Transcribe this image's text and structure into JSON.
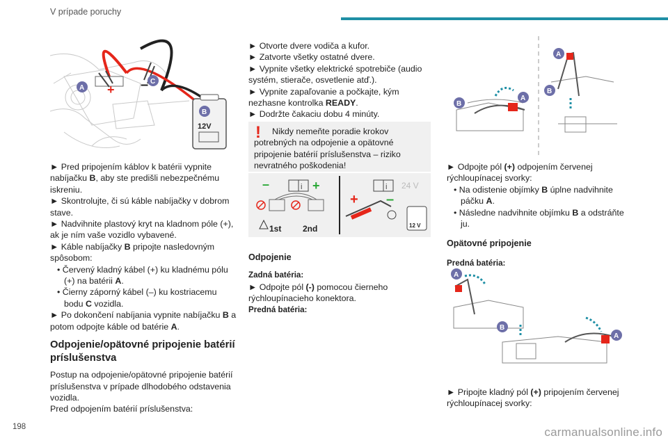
{
  "header": {
    "title": "V prípade poruchy"
  },
  "page_number": "198",
  "watermark": "carmanualsonline.info",
  "figure1": {
    "label_a": "A",
    "label_b": "B",
    "label_c": "C",
    "battery_voltage": "12V",
    "plus": "+",
    "minus": "–"
  },
  "col1": {
    "b1": "► Pred pripojením káblov k batérii vypnite nabíjačku ",
    "b1_bold": "B",
    "b1_end": ", aby ste predišli nebezpečnému iskreniu.",
    "b2": "► Skontrolujte, či sú káble nabíjačky v dobrom stave.",
    "b3": "► Nadvihnite plastový kryt na kladnom póle (+), ak je ním vaše vozidlo vybavené.",
    "b4_start": "► Káble nabíjačky ",
    "b4_bold": "B",
    "b4_end": " pripojte nasledovným spôsobom:",
    "s1_start": "• Červený kladný kábel (+) ku kladnému pólu (+) na batérii ",
    "s1_bold": "A",
    "s1_end": ".",
    "s2_start": "• Čierny záporný kábel (–) ku kostriacemu bodu ",
    "s2_bold": "C",
    "s2_end": " vozidla.",
    "b5_start": "► Po dokončení nabíjania vypnite nabíjačku ",
    "b5_bold": "B",
    "b5_mid": " a potom odpojte káble od batérie ",
    "b5_bold2": "A",
    "b5_end": ".",
    "heading": "Odpojenie/opätovné pripojenie batérií príslušenstva",
    "para1": "Postup na odpojenie/opätovné pripojenie batérií príslušenstva v prípade dlhodobého odstavenia vozidla.",
    "para2": "Pred odpojením batérií príslušenstva:"
  },
  "col2": {
    "b1": "► Otvorte dvere vodiča a kufor.",
    "b2": "► Zatvorte všetky ostatné dvere.",
    "b3": "► Vypnite všetky elektrické spotrebiče (audio systém, stierače, osvetlenie atď.).",
    "b4": "► Vypnite zapaľovanie a počkajte, kým nezhasne kontrolka ",
    "b4_bold": "READY",
    "b4_end": ".",
    "b5": "► Dodržte čakaciu dobu 4 minúty.",
    "warning_mark": "!",
    "warning_first": "Nikdy nemeňte poradie krokov potrebných na odpojenie a opätovné pripojenie batérií príslušenstva – riziko nevratného poškodenia!",
    "icons": {
      "info_glyph": "i",
      "first_label": "1st",
      "second_label": "2nd",
      "voltage_24": "24 V",
      "voltage_12": "12 V",
      "minus": "–",
      "plus": "+"
    },
    "heading": "Odpojenie",
    "sub1": "Zadná batéria:",
    "b6_start": "► Odpojte pól ",
    "b6_bold": "(-)",
    "b6_end": " pomocou čierneho rýchloupínacieho konektora.",
    "sub2": "Predná batéria:"
  },
  "col3": {
    "fig_top": {
      "label_a": "A",
      "label_b": "B"
    },
    "b1_start": "► Odpojte pól ",
    "b1_bold": "(+)",
    "b1_end": " odpojením červenej rýchloupínacej svorky:",
    "s1_start": "• Na odistenie objímky ",
    "s1_bold": "B",
    "s1_mid": " úplne nadvihnite páčku ",
    "s1_bold2": "A",
    "s1_end": ".",
    "s2_start": "• Následne nadvihnite objímku ",
    "s2_bold": "B",
    "s2_end": " a odstráňte ju.",
    "heading": "Opätovné pripojenie",
    "sub1": "Predná batéria:",
    "fig_bottom": {
      "label_a": "A",
      "label_b": "B"
    },
    "b2_start": "► Pripojte kladný pól ",
    "b2_bold": "(+)",
    "b2_end": " pripojením červenej rýchloupínacej svorky:"
  },
  "colors": {
    "accent": "#1f8fa5",
    "red": "#e5261a",
    "callout": "#6d6fa8",
    "box": "#f0f0f0"
  }
}
